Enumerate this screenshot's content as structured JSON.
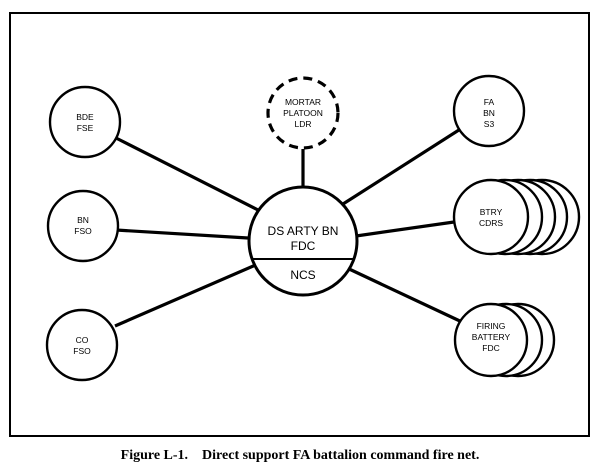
{
  "hub": {
    "title_line1": "DS ARTY BN",
    "title_line2": "FDC",
    "control_label": "NCS"
  },
  "nodes": {
    "bde_fse": {
      "line1": "BDE",
      "line2": "FSE"
    },
    "bn_fso": {
      "line1": "BN",
      "line2": "FSO"
    },
    "co_fso": {
      "line1": "CO",
      "line2": "FSO"
    },
    "mortar_platoon_ldr": {
      "line1": "MORTAR",
      "line2": "PLATOON",
      "line3": "LDR"
    },
    "fa_bn_s3": {
      "line1": "FA",
      "line2": "BN",
      "line3": "S3"
    },
    "btry_cdrs": {
      "line1": "BTRY",
      "line2": "CDRS"
    },
    "firing_battery_fdc": {
      "line1": "FIRING",
      "line2": "BATTERY",
      "line3": "FDC"
    }
  },
  "caption": "Figure L-1.    Direct support FA battalion command fire net."
}
